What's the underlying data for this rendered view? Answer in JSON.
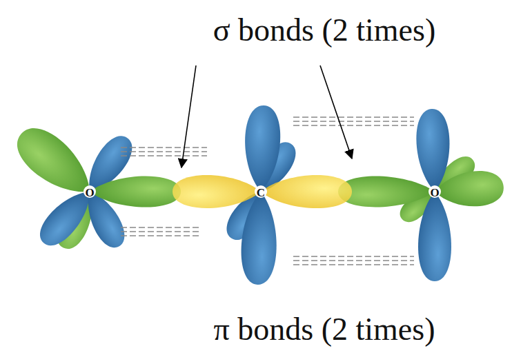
{
  "diagram": {
    "labels": [
      "σ bonds (2 times)",
      "π bonds (2 times)",
      "O",
      "C",
      "O"
    ]
  }
}
